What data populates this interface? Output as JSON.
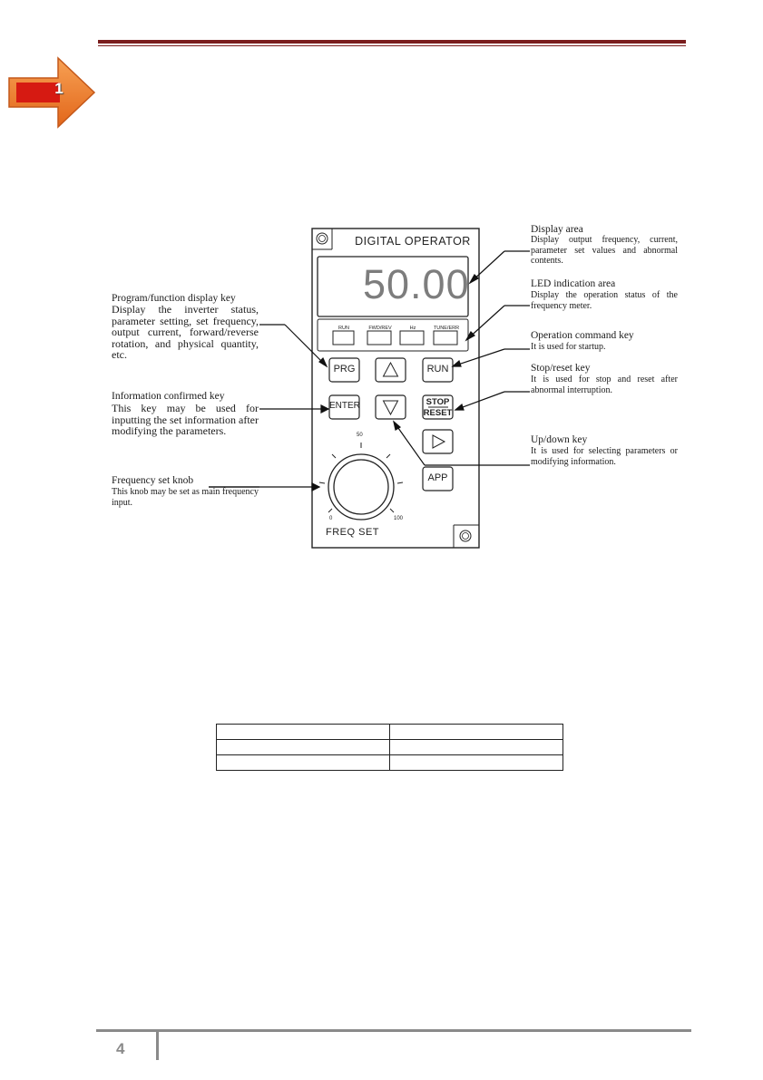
{
  "chapter": {
    "number": "1"
  },
  "panel": {
    "title": "DIGITAL  OPERATOR",
    "display_value": "50.00",
    "led_labels": [
      "RUN",
      "FWD/REV",
      "Hz",
      "TUNE/ERR"
    ],
    "keys": {
      "prg": "PRG",
      "run": "RUN",
      "enter": "ENTER",
      "stop": "STOP",
      "reset": "RESET",
      "app": "APP"
    },
    "knob": {
      "label": "FREQ  SET",
      "min": "0",
      "mid": "50",
      "max": "100"
    }
  },
  "callouts": {
    "display_area": {
      "title": "Display area",
      "body": "Display output frequency, current, parameter set values and abnormal contents."
    },
    "led_area": {
      "title": "LED indication area",
      "body": "Display the operation status of the frequency meter."
    },
    "program_key": {
      "title": "Program/function display key",
      "body": "Display the inverter status, parameter setting, set frequency, output current, forward/reverse rotation, and physical quantity, etc."
    },
    "operation_key": {
      "title": "Operation command key",
      "body": "It is used for startup."
    },
    "stop_reset_key": {
      "title": "Stop/reset key",
      "body": "It is used for stop and reset after abnormal interruption."
    },
    "info_key": {
      "title": "Information confirmed key",
      "body": "This key may be used for inputting the set information after modifying the parameters."
    },
    "updown_key": {
      "title": "Up/down key",
      "body": "It is used for selecting parameters or modifying information."
    },
    "knob": {
      "title": "Frequency set knob",
      "body": "This knob may be set as main frequency input."
    }
  },
  "footer": {
    "page_number": "4"
  },
  "colors": {
    "header_rule": "#7a1d1d",
    "arrow": "#e8731a",
    "footer_rule": "#8a8a8a"
  }
}
